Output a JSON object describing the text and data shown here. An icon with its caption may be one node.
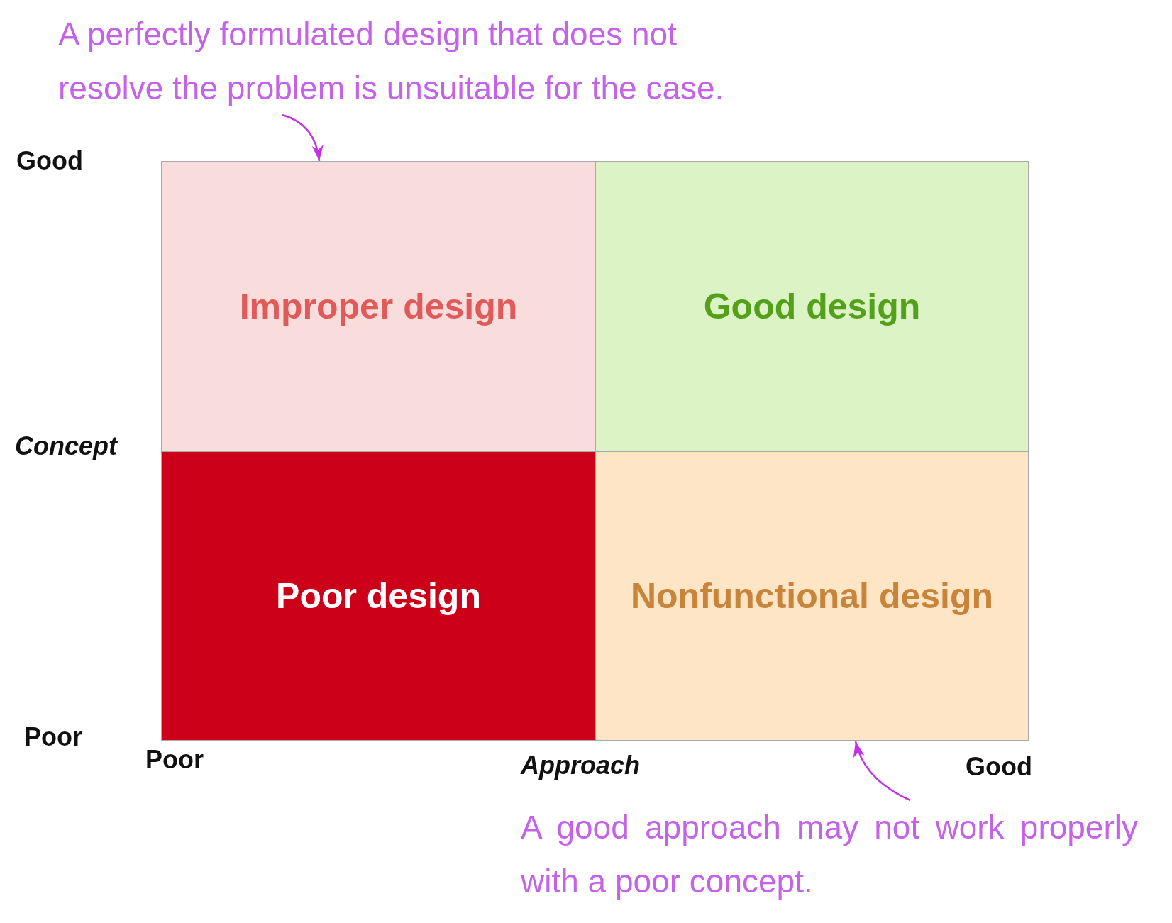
{
  "diagram": {
    "nodes": [
      {
        "text": [
          "A perfectly formulated design that does not resolve the problem is unsuitable for the case."
        ]
      },
      {
        "text": [
          "Improper design"
        ]
      },
      {
        "text": [
          "Good design"
        ]
      },
      {
        "text": [
          "Poor design"
        ]
      },
      {
        "text": [
          "Nonfunctional design"
        ]
      },
      {
        "text": [
          "A good approach may not work properly with a poor concept."
        ]
      }
    ],
    "edges": [
      {
        "from": 0,
        "to": 1,
        "arrow": "to"
      },
      {
        "from": 5,
        "to": 4,
        "arrow": "to"
      }
    ],
    "labels": [
      "Good",
      "Concept",
      "Poor",
      "Poor",
      "Approach",
      "Good"
    ]
  }
}
